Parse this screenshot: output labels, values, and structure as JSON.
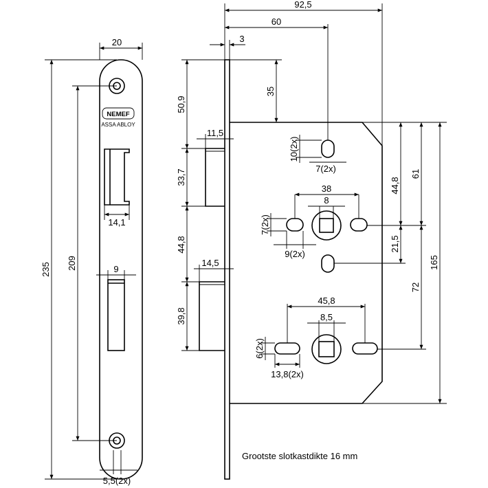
{
  "drawing": {
    "brand": "NEMEF",
    "sub_brand": "ASSA ABLOY",
    "note": "Grootste slotkastdikte 16 mm"
  },
  "dimensions": {
    "faceplate_width": "20",
    "faceplate_height": "235",
    "screw_spacing": "209",
    "latch_width": "14,1",
    "bolt_width": "9",
    "screw_hole": "5,5(2x)",
    "overall_depth": "92,5",
    "backset": "60",
    "plate_thickness": "3",
    "top_to_case": "35",
    "top_to_latch": "50,9",
    "latch_height": "33,7",
    "latch_projection": "11,5",
    "latch_to_bolt": "44,8",
    "bolt_height": "39,8",
    "bolt_projection": "14,5",
    "slot_height": "10(2x)",
    "slot_width": "7(2x)",
    "upper_pitch": "38",
    "upper_square": "8",
    "upper_hole_h": "7(2x)",
    "upper_hole_w": "9(2x)",
    "case_to_follower": "44,8",
    "follower_offset": "21,5",
    "case_top": "61",
    "follower_spacing": "72",
    "case_height": "165",
    "lower_pitch": "45,8",
    "lower_square": "8,5",
    "lower_hole_h": "6(2x)",
    "lower_hole_w": "13,8(2x)"
  }
}
